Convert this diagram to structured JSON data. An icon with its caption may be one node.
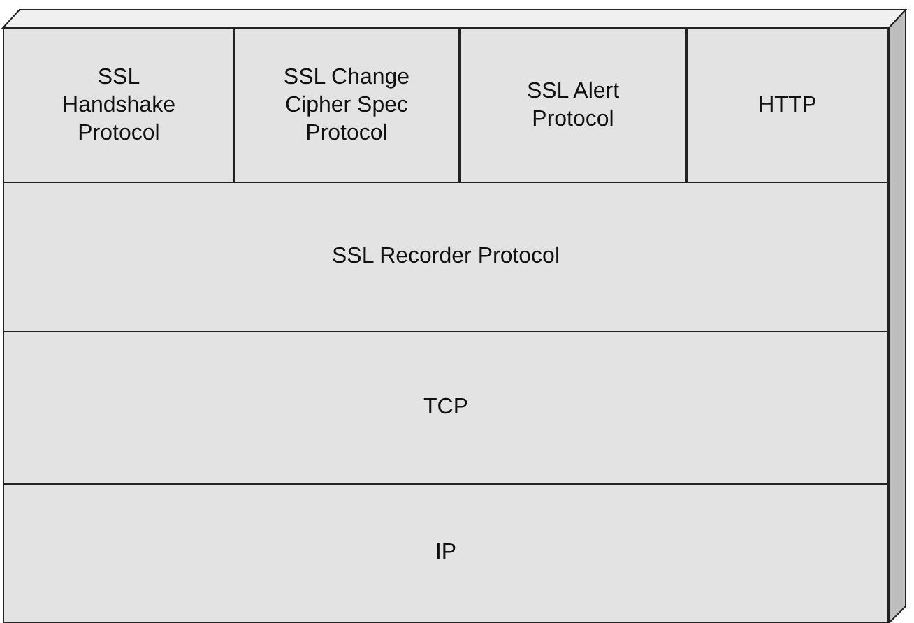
{
  "diagram": {
    "nodes": [
      {
        "text": [
          "SSL Handshake Protocol"
        ]
      },
      {
        "text": [
          "SSL Change Cipher Spec Protocol"
        ]
      },
      {
        "text": [
          "SSL Alert Protocol"
        ]
      },
      {
        "text": [
          "HTTP"
        ]
      },
      {
        "text": [
          "SSL Recorder Protocol"
        ]
      },
      {
        "text": [
          "TCP"
        ]
      },
      {
        "text": [
          "IP"
        ]
      }
    ]
  }
}
